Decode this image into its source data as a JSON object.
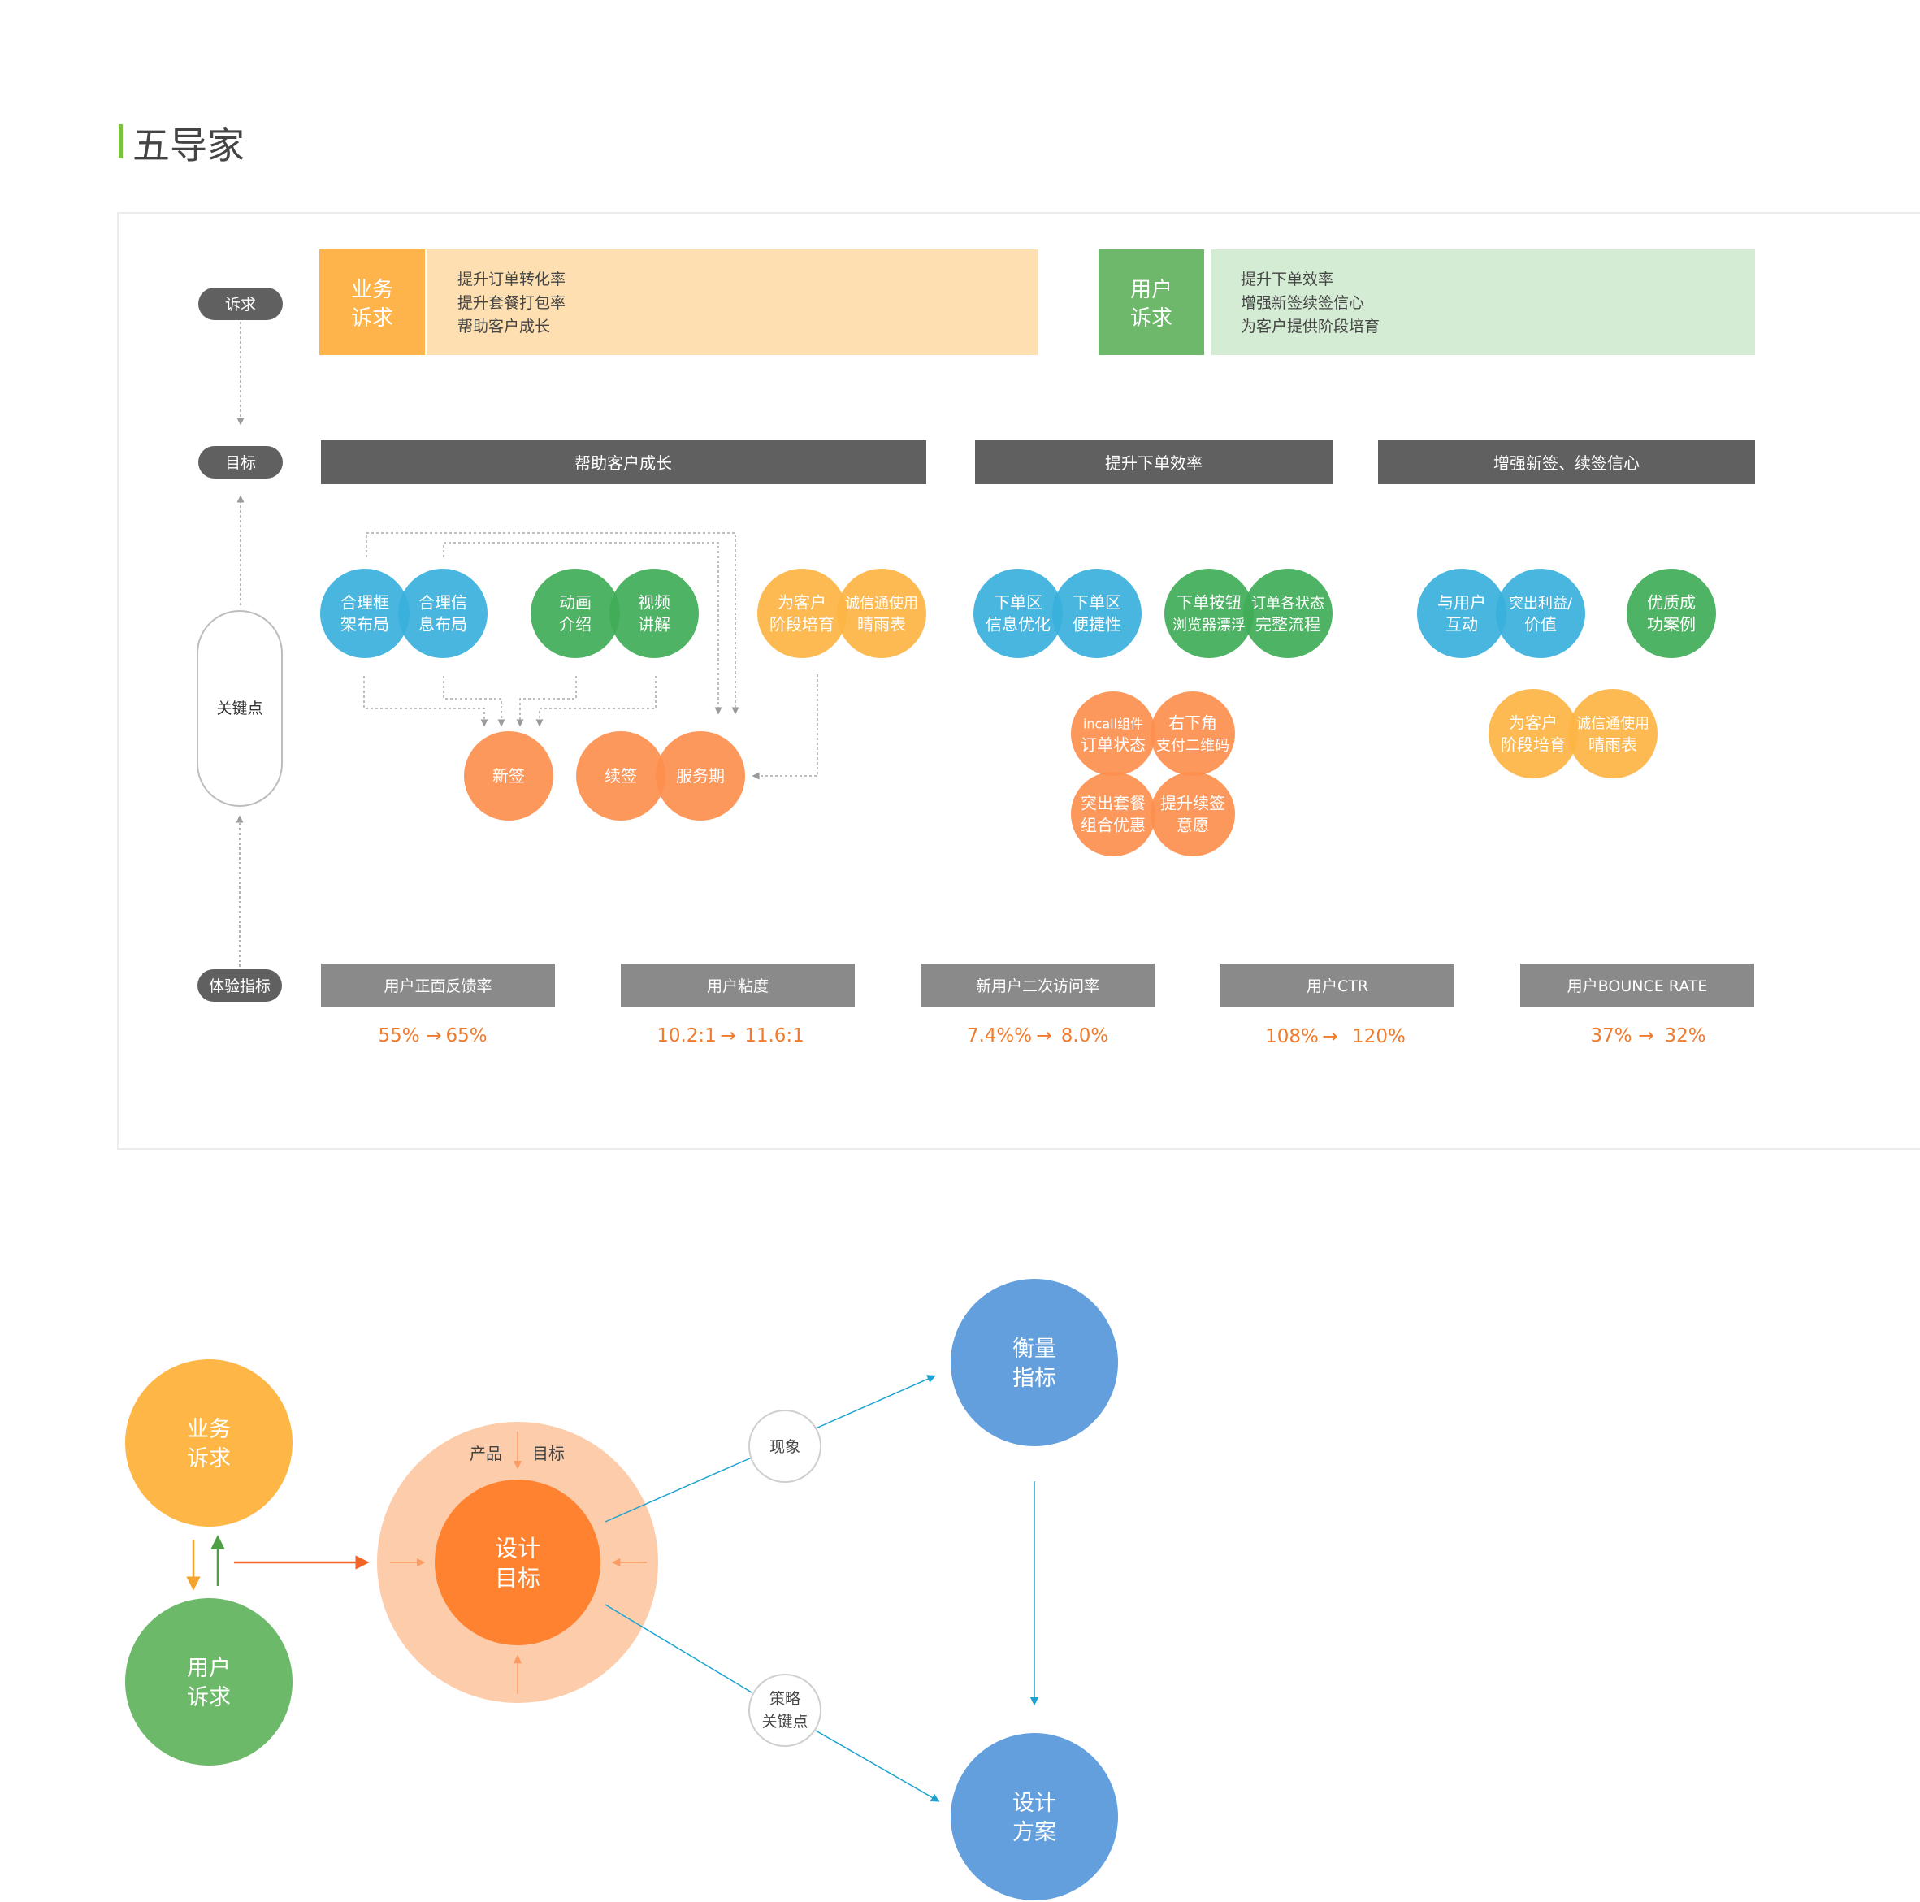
{
  "title": "五导家",
  "labels": {
    "appeal": "诉求",
    "goal": "目标",
    "key_points": "关键点",
    "metrics": "体验指标"
  },
  "business_appeal": {
    "tag": [
      "业务",
      "诉求"
    ],
    "items": [
      "提升订单转化率",
      "提升套餐打包率",
      "帮助客户成长"
    ]
  },
  "user_appeal": {
    "tag": [
      "用户",
      "诉求"
    ],
    "items": [
      "提升下单效率",
      "增强新签续签信心",
      "为客户提供阶段培育"
    ]
  },
  "goals": [
    "帮助客户成长",
    "提升下单效率",
    "增强新签、续签信心"
  ],
  "key_circles": {
    "a1": [
      "合理框",
      "架布局"
    ],
    "a2": [
      "合理信",
      "息布局"
    ],
    "b1": [
      "动画",
      "介绍"
    ],
    "b2": [
      "视频",
      "讲解"
    ],
    "c1": [
      "为客户",
      "阶段培育"
    ],
    "c2": [
      "诚信通使用",
      "晴雨表"
    ],
    "d1": [
      "新签"
    ],
    "d2": [
      "续签"
    ],
    "d3": [
      "服务期"
    ],
    "e1": [
      "下单区",
      "信息优化"
    ],
    "e2": [
      "下单区",
      "便捷性"
    ],
    "f1": [
      "下单按钮",
      "浏览器漂浮"
    ],
    "f2": [
      "订单各状态",
      "完整流程"
    ],
    "g1": [
      "incall组件",
      "订单状态"
    ],
    "g2": [
      "右下角",
      "支付二维码"
    ],
    "g3": [
      "突出套餐",
      "组合优惠"
    ],
    "g4": [
      "提升续签",
      "意愿"
    ],
    "h1": [
      "与用户",
      "互动"
    ],
    "h2": [
      "突出利益/",
      "价值"
    ],
    "h3": [
      "优质成",
      "功案例"
    ],
    "i1": [
      "为客户",
      "阶段培育"
    ],
    "i2": [
      "诚信通使用",
      "晴雨表"
    ]
  },
  "metrics": [
    {
      "name": "用户正面反馈率",
      "from": "55%",
      "to": "65%"
    },
    {
      "name": "用户粘度",
      "from": "10.2:1",
      "to": "11.6:1"
    },
    {
      "name": "新用户二次访问率",
      "from": "7.4%%",
      "to": "8.0%"
    },
    {
      "name": "用户CTR",
      "from": "108%",
      "to": "120%"
    },
    {
      "name": "用户BOUNCE RATE",
      "from": "37%",
      "to": "32%"
    }
  ],
  "arrow_glyph": "→",
  "flow": {
    "business": [
      "业务",
      "诉求"
    ],
    "user": [
      "用户",
      "诉求"
    ],
    "product": "产品",
    "target": "目标",
    "core": [
      "设计",
      "目标"
    ],
    "phenomenon": "现象",
    "strategy": [
      "策略",
      "关键点"
    ],
    "measure": [
      "衡量",
      "指标"
    ],
    "plan": [
      "设计",
      "方案"
    ]
  },
  "colors": {
    "title_bar": "#7cc242",
    "orange_light": "#fddfb1",
    "orange_tag": "#feb34b",
    "green_light": "#d5ecd4",
    "green_tag": "#6eb86b",
    "dark_bar": "#606060",
    "gray_bar": "#8a8a8a",
    "blue": "#3ab0dc",
    "green": "#40ad58",
    "yellow": "#fdb444",
    "orange": "#fd8f4e",
    "metric_text": "#f07b2d",
    "flow_blue": "#639fdd",
    "flow_orange": "#fe8230",
    "flow_peach": "#fdcdab",
    "flow_yellow": "#feb647",
    "flow_green": "#6db96a"
  }
}
